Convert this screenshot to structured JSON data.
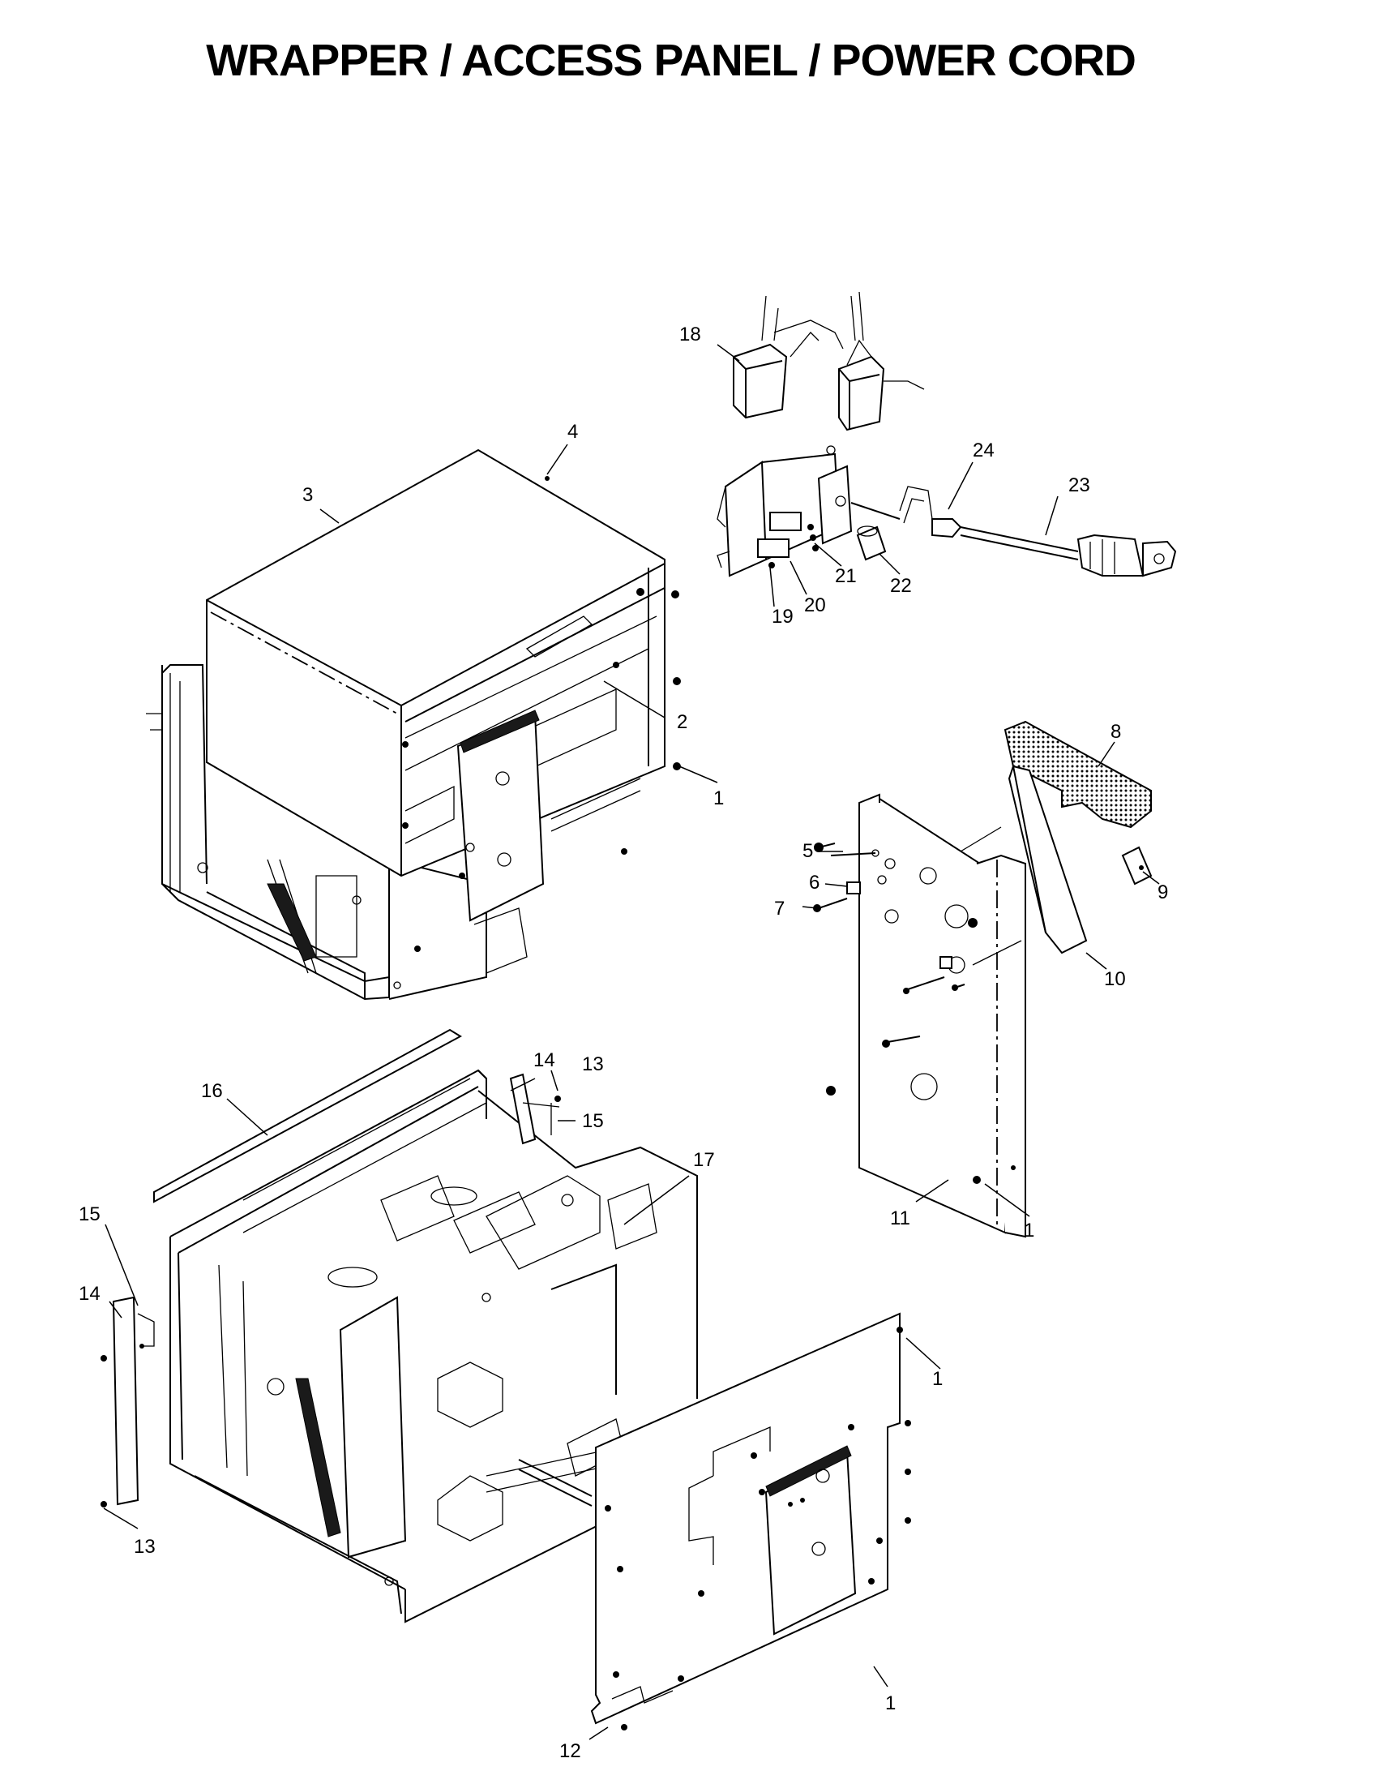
{
  "title": "WRAPPER / ACCESS PANEL / POWER CORD",
  "callouts": [
    {
      "id": "c1a",
      "text": "1"
    },
    {
      "id": "c2",
      "text": "2"
    },
    {
      "id": "c3",
      "text": "3"
    },
    {
      "id": "c4",
      "text": "4"
    },
    {
      "id": "c5",
      "text": "5"
    },
    {
      "id": "c6",
      "text": "6"
    },
    {
      "id": "c7",
      "text": "7"
    },
    {
      "id": "c8",
      "text": "8"
    },
    {
      "id": "c9",
      "text": "9"
    },
    {
      "id": "c10",
      "text": "10"
    },
    {
      "id": "c11",
      "text": "11"
    },
    {
      "id": "c1b",
      "text": "1"
    },
    {
      "id": "c12",
      "text": "12"
    },
    {
      "id": "c1c",
      "text": "1"
    },
    {
      "id": "c1d",
      "text": "1"
    },
    {
      "id": "c13a",
      "text": "13"
    },
    {
      "id": "c14a",
      "text": "14"
    },
    {
      "id": "c15a",
      "text": "15"
    },
    {
      "id": "c16",
      "text": "16"
    },
    {
      "id": "c17",
      "text": "17"
    },
    {
      "id": "c13b",
      "text": "13"
    },
    {
      "id": "c14b",
      "text": "14"
    },
    {
      "id": "c15b",
      "text": "15"
    },
    {
      "id": "c18",
      "text": "18"
    },
    {
      "id": "c19",
      "text": "19"
    },
    {
      "id": "c20",
      "text": "20"
    },
    {
      "id": "c21",
      "text": "21"
    },
    {
      "id": "c22",
      "text": "22"
    },
    {
      "id": "c23",
      "text": "23"
    },
    {
      "id": "c24",
      "text": "24"
    }
  ]
}
